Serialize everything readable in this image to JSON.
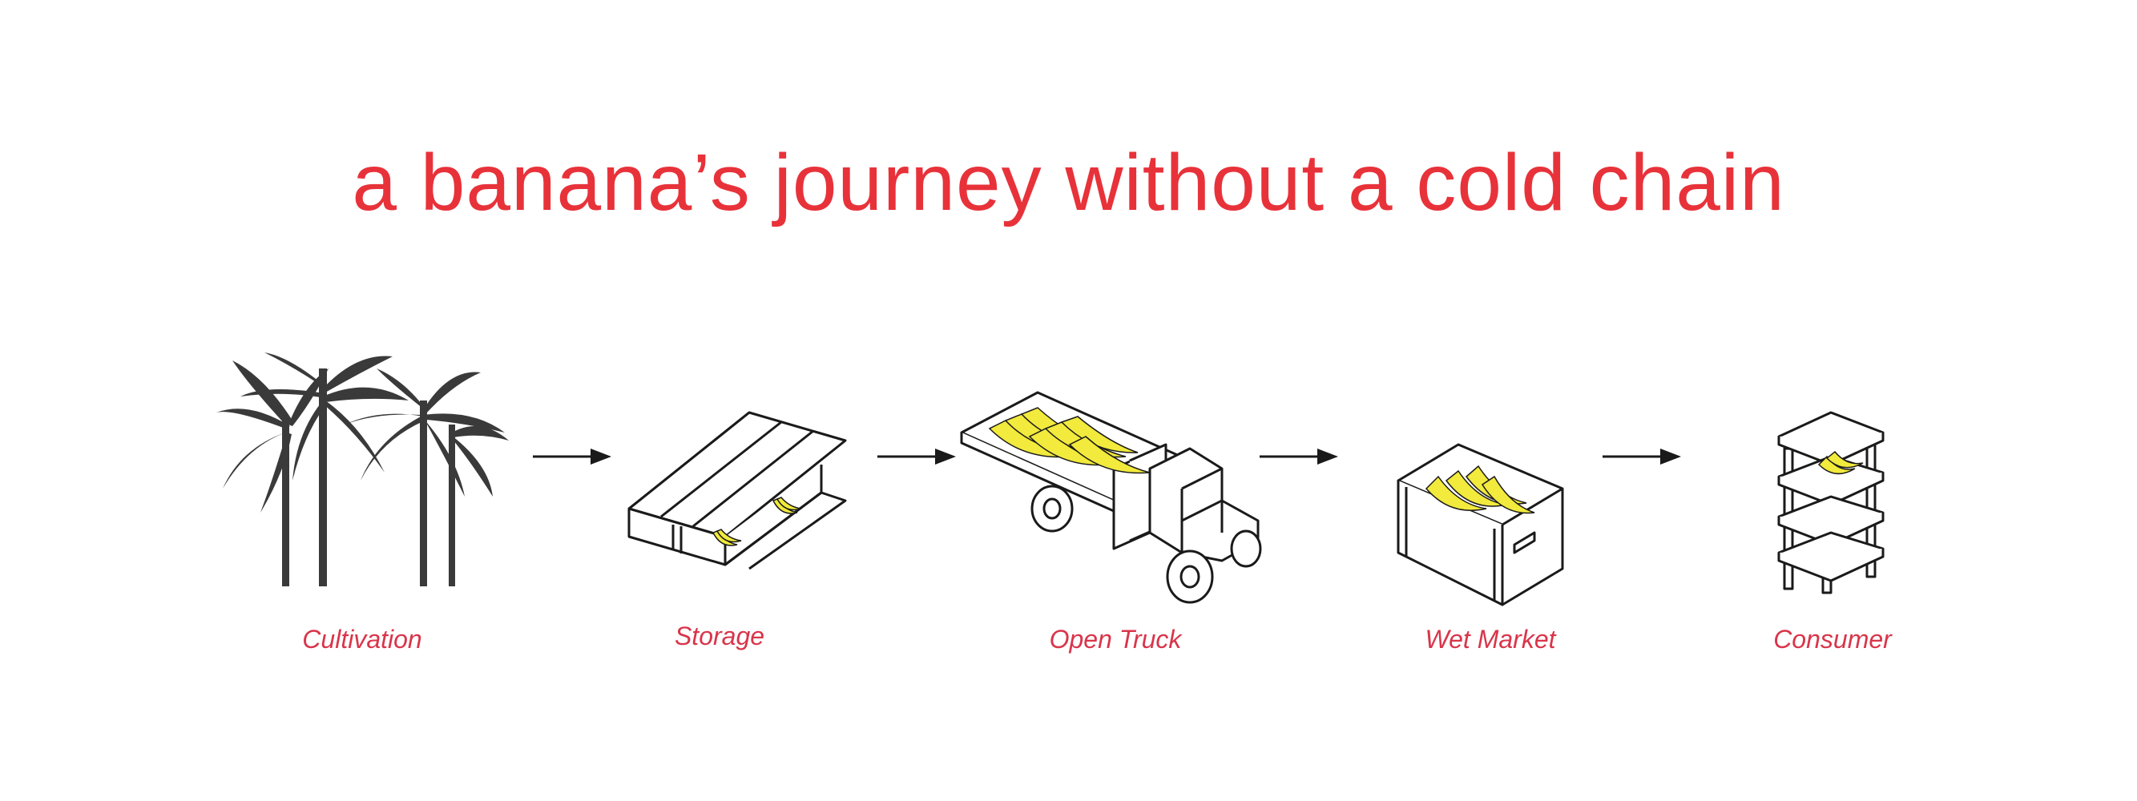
{
  "title": "a banana’s journey without a cold chain",
  "colors": {
    "accent": "#e8323a",
    "label": "#d9354a",
    "ink": "#1a1a1a",
    "tree": "#3a3a3a",
    "banana": "#f2ea3c"
  },
  "stages": [
    {
      "label": "Cultivation",
      "icon": "palm-trees-icon"
    },
    {
      "label": "Storage",
      "icon": "warehouse-icon"
    },
    {
      "label": "Open Truck",
      "icon": "flatbed-truck-icon"
    },
    {
      "label": "Wet Market",
      "icon": "market-crate-icon"
    },
    {
      "label": "Consumer",
      "icon": "shelf-rack-icon"
    }
  ]
}
